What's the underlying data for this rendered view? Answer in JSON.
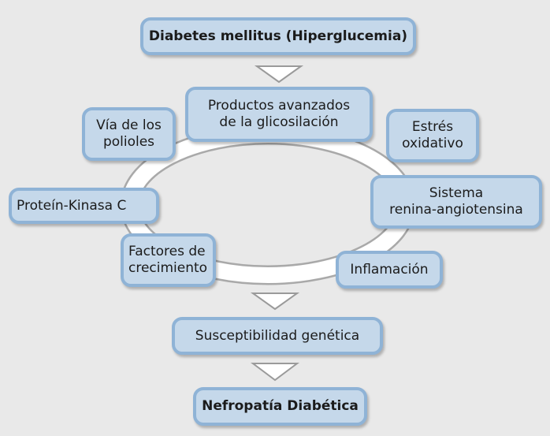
{
  "diagram": {
    "top": "Diabetes mellitus (Hiperglucemia)",
    "cycle": {
      "productos": "Productos avanzados\nde la glicosilación",
      "via": "Vía de los\npolioles",
      "estres": "Estrés\noxidativo",
      "proteina": "Proteín-Kinasa C",
      "sistema": "Sistema\nrenina-angiotensina",
      "factores": "Factores de\ncrecimiento",
      "inflamacion": "Inflamación"
    },
    "susceptibilidad": "Susceptibilidad genética",
    "bottom": "Nefropatía Diabética"
  },
  "colors": {
    "box_fill": "#c5d8ea",
    "box_border": "#8fb3d6",
    "background": "#e9e9e9",
    "ring": "#ffffff",
    "arrow_fill": "#ffffff",
    "arrow_stroke": "#9a9a9a"
  }
}
